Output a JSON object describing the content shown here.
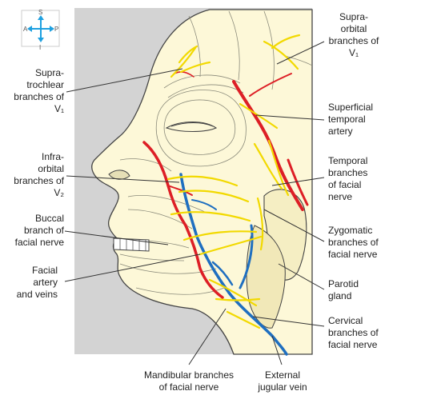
{
  "orientation": {
    "top": "S",
    "bottom": "I",
    "left": "A",
    "right": "P"
  },
  "labels": {
    "supraorbital": "Supra-\norbital\nbranches of\nV₁",
    "supratrochlear": "Supra-\ntrochlear\nbranches of\nV₁",
    "superficial_temporal": "Superficial\ntemporal\nartery",
    "infraorbital": "Infra-\norbital\nbranches of\nV₂",
    "temporal_branches": "Temporal\nbranches\nof facial\nnerve",
    "buccal": "Buccal\nbranch of\nfacial nerve",
    "zygomatic": "Zygomatic\nbranches of\nfacial nerve",
    "facial_artery": "Facial\nartery\nand veins",
    "parotid": "Parotid\ngland",
    "cervical": "Cervical\nbranches of\nfacial nerve",
    "mandibular": "Mandibular branches\nof facial nerve",
    "external_jugular": "External\njugular vein"
  },
  "colors": {
    "background_panel": "#d3d3d3",
    "skin": "#fdf8d8",
    "outline": "#444444",
    "nerve": "#f2d900",
    "artery": "#dd1f26",
    "vein": "#1f6fc0",
    "compass": "#1ea0e0"
  }
}
